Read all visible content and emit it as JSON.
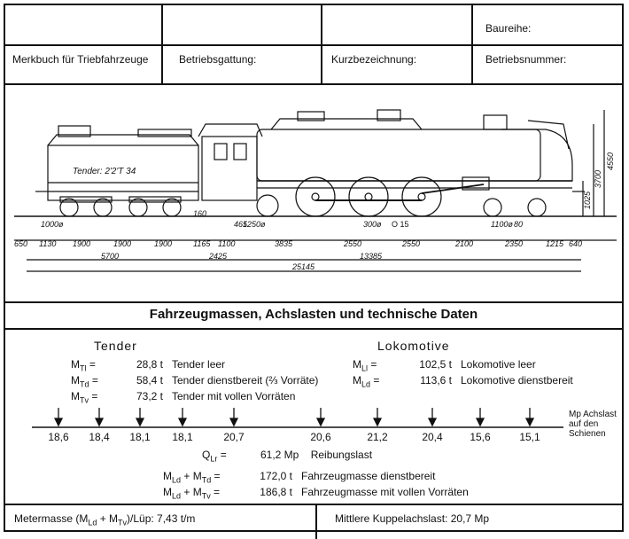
{
  "header": {
    "baureihe": "Baureihe:",
    "merkbuch": "Merkbuch für Triebfahrzeuge",
    "betriebsgattung": "Betriebsgattung:",
    "kurzbezeichnung": "Kurzbezeichnung:",
    "betriebsnummer": "Betriebsnummer:"
  },
  "drawing": {
    "tender_label": "Tender: 2'2'T 34",
    "dims_row1": [
      "650",
      "1130",
      "1900",
      "1900",
      "1900",
      "1165",
      "1100",
      "3835",
      "2550",
      "2550",
      "2100",
      "2350",
      "1215",
      "640"
    ],
    "dims_row2": [
      "5700",
      "2425",
      "13385"
    ],
    "dims_total": "25145",
    "wheel_labels": [
      "1000ø",
      "1250ø",
      "300ø",
      "O 15",
      "1100ø",
      "160",
      "465",
      "80"
    ],
    "heights": [
      "4550",
      "3700",
      "1025"
    ]
  },
  "section_title": "Fahrzeugmassen, Achslasten und technische Daten",
  "tender": {
    "heading": "Tender",
    "rows": [
      {
        "sym": "M",
        "sub": "Tl",
        "val": "28,8 t",
        "desc": "Tender leer"
      },
      {
        "sym": "M",
        "sub": "Td",
        "val": "58,4 t",
        "desc": "Tender dienstbereit (⅔ Vorräte)"
      },
      {
        "sym": "M",
        "sub": "Tv",
        "val": "73,2 t",
        "desc": "Tender mit vollen Vorräten"
      }
    ]
  },
  "lokomotive": {
    "heading": "Lokomotive",
    "rows": [
      {
        "sym": "M",
        "sub": "Ll",
        "val": "102,5 t",
        "desc": "Lokomotive leer"
      },
      {
        "sym": "M",
        "sub": "Ld",
        "val": "113,6 t",
        "desc": "Lokomotive dienstbereit"
      }
    ]
  },
  "axle_loads": {
    "values": [
      "18,6",
      "18,4",
      "18,1",
      "18,1",
      "20,7",
      "20,6",
      "21,2",
      "20,4",
      "15,6",
      "15,1"
    ],
    "legend": [
      "Mp Achslast",
      "auf den",
      "Schienen"
    ]
  },
  "reibung": {
    "sym": "Q",
    "sub": "Lr",
    "val": "61,2 Mp",
    "desc": "Reibungslast"
  },
  "sums": [
    {
      "a": "M",
      "asub": "Ld",
      "b": "M",
      "bsub": "Td",
      "val": "172,0 t",
      "desc": "Fahrzeugmasse dienstbereit"
    },
    {
      "a": "M",
      "asub": "Ld",
      "b": "M",
      "bsub": "Tv",
      "val": "186,8 t",
      "desc": "Fahrzeugmasse mit vollen Vorräten"
    }
  ],
  "footer": {
    "meter_pre": "Metermasse (M",
    "meter_sub1": "Ld",
    "meter_mid": " + M",
    "meter_sub2": "Tv",
    "meter_post": ")/Lüp: 7,43 t/m",
    "kuppel": "Mittlere Kuppelachslast: 20,7 Mp"
  }
}
